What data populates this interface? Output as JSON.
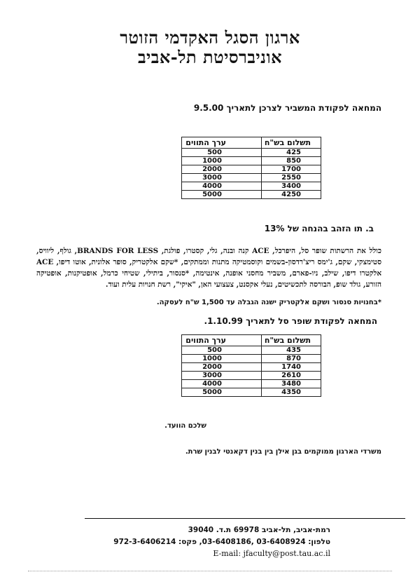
{
  "header": {
    "line1": "ארגון הסגל האקדמי הזוטר",
    "line2": "אוניברסיטת תל-אביב"
  },
  "section1": {
    "heading": "המחאה לפקודת המשביר לצרכן לתאריך  9.5.00",
    "table": {
      "col_pay": "תשלום בש\"ח",
      "col_value": "ערך התווים",
      "rows": [
        {
          "pay": "425",
          "value": "500"
        },
        {
          "pay": "850",
          "value": "1000"
        },
        {
          "pay": "1700",
          "value": "2000"
        },
        {
          "pay": "2550",
          "value": "3000"
        },
        {
          "pay": "3400",
          "value": "4000"
        },
        {
          "pay": "4250",
          "value": "5000"
        }
      ]
    }
  },
  "section2": {
    "heading": "ב.  תו הזהב בהנחה של 13%",
    "paragraph": "כולל את הרשתות שופר סל, היפרכל, ACE קנה ובנה, גלי, קסטרו, פולגת, BRANDS FOR LESS, גולף, ליוויס, סטימצקי, שקם, ג'ימס ריצ'רדסון-בשמים וקוסמטיקה מתנות וממתקים, *שקם אלקטריק, סופר אלונית, אוטו דיפו, ACE אלקטרו דיפו, שילב, ניו-פארם, משביר מחסני אופנה, אינטימה, *סנסור, ביתילי, שטיחי כרמל, אופטיקנות, אופטיקה הזורע, גולד שופ, הבורסה לתכשיטים, נעלי אקסנט, צעצועי האן, \"איקי\", רשת חנויות עלית ועוד.",
    "note": "*בחנויות סנסור ושקם אלקטריק ישנה הגבלה עד 1,500 ש\"ח לעסקה."
  },
  "section3": {
    "heading": "המחאה לפקודת שופר סל לתאריך 1.10.99.",
    "table": {
      "col_pay": "תשלום בש\"ח",
      "col_value": "ערך התווים",
      "rows": [
        {
          "pay": "435",
          "value": "500"
        },
        {
          "pay": "870",
          "value": "1000"
        },
        {
          "pay": "1740",
          "value": "2000"
        },
        {
          "pay": "2610",
          "value": "3000"
        },
        {
          "pay": "3480",
          "value": "4000"
        },
        {
          "pay": "4350",
          "value": "5000"
        }
      ]
    }
  },
  "closing": {
    "signature": "שלכם הוועד.",
    "offices": "משרדי הארגון ממוקמים בגן אילן בין בנין דקאנטי לבנין שרת."
  },
  "footer": {
    "address": "רמת-אביב, תל-אביב  69978 ת.ד.  39040",
    "phone": "טלפון: 03-6408924 ,03-6408186, פקס: 972-3-6406214",
    "email": "E-mail: jfaculty@post.tau.ac.il"
  }
}
